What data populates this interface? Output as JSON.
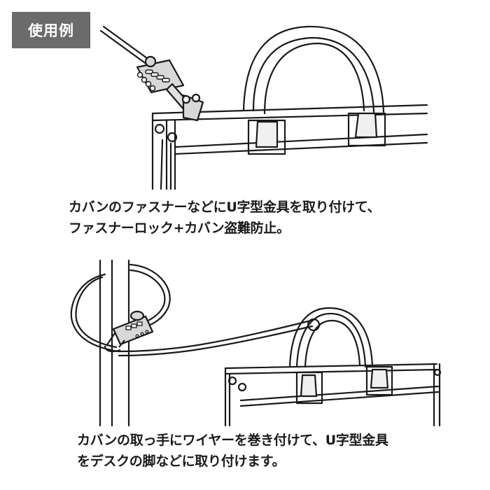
{
  "badge": {
    "label": "使用例",
    "background": "#6b6b6b",
    "color": "#ffffff"
  },
  "examples": [
    {
      "illustration": "combination-lock-on-bag-zipper",
      "caption_lines": [
        "カバンのファスナーなどにU字型金具を取り付けて、",
        "ファスナーロック+カバン盗難防止。"
      ]
    },
    {
      "illustration": "wire-lock-bag-handle-to-desk-leg",
      "caption_lines": [
        "カバンの取っ手にワイヤーを巻き付けて、U字型金具",
        "をデスクの脚などに取り付けます。"
      ]
    }
  ]
}
